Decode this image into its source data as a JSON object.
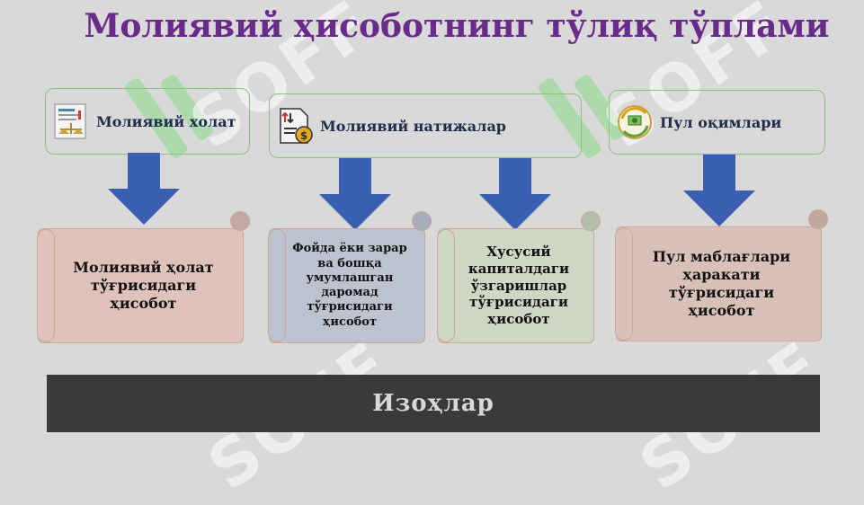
{
  "title": "Молиявий ҳисоботнинг тўлиқ тўплами",
  "categories": [
    {
      "label": "Молиявий холат",
      "icon": "balance-sheet-icon"
    },
    {
      "label": "Молиявий натижалар",
      "icon": "document-money-icon"
    },
    {
      "label": "Пул оқимлари",
      "icon": "cash-flow-icon"
    }
  ],
  "reports": [
    {
      "label": "Молиявий ҳолат тўғрисидаги ҳисобот",
      "color": "#dfc3bb"
    },
    {
      "label": "Фойда ёки зарар ва бошқа умумлашган даромад тўғрисидаги ҳисобот",
      "color": "#bcc3cf"
    },
    {
      "label": "Хусусий капиталдаги ўзгаришлар тўғрисидаги ҳисобот",
      "color": "#cfd6c3"
    },
    {
      "label": "Пул маблағлари ҳаракати тўғрисидаги ҳисобот",
      "color": "#d9c0b8"
    }
  ],
  "notes": "Изоҳлар",
  "colors": {
    "title": "#6a2a8a",
    "arrow": "#3a5fb0",
    "bar": "#3a3a3a",
    "box_border": "#8fbf7f"
  }
}
